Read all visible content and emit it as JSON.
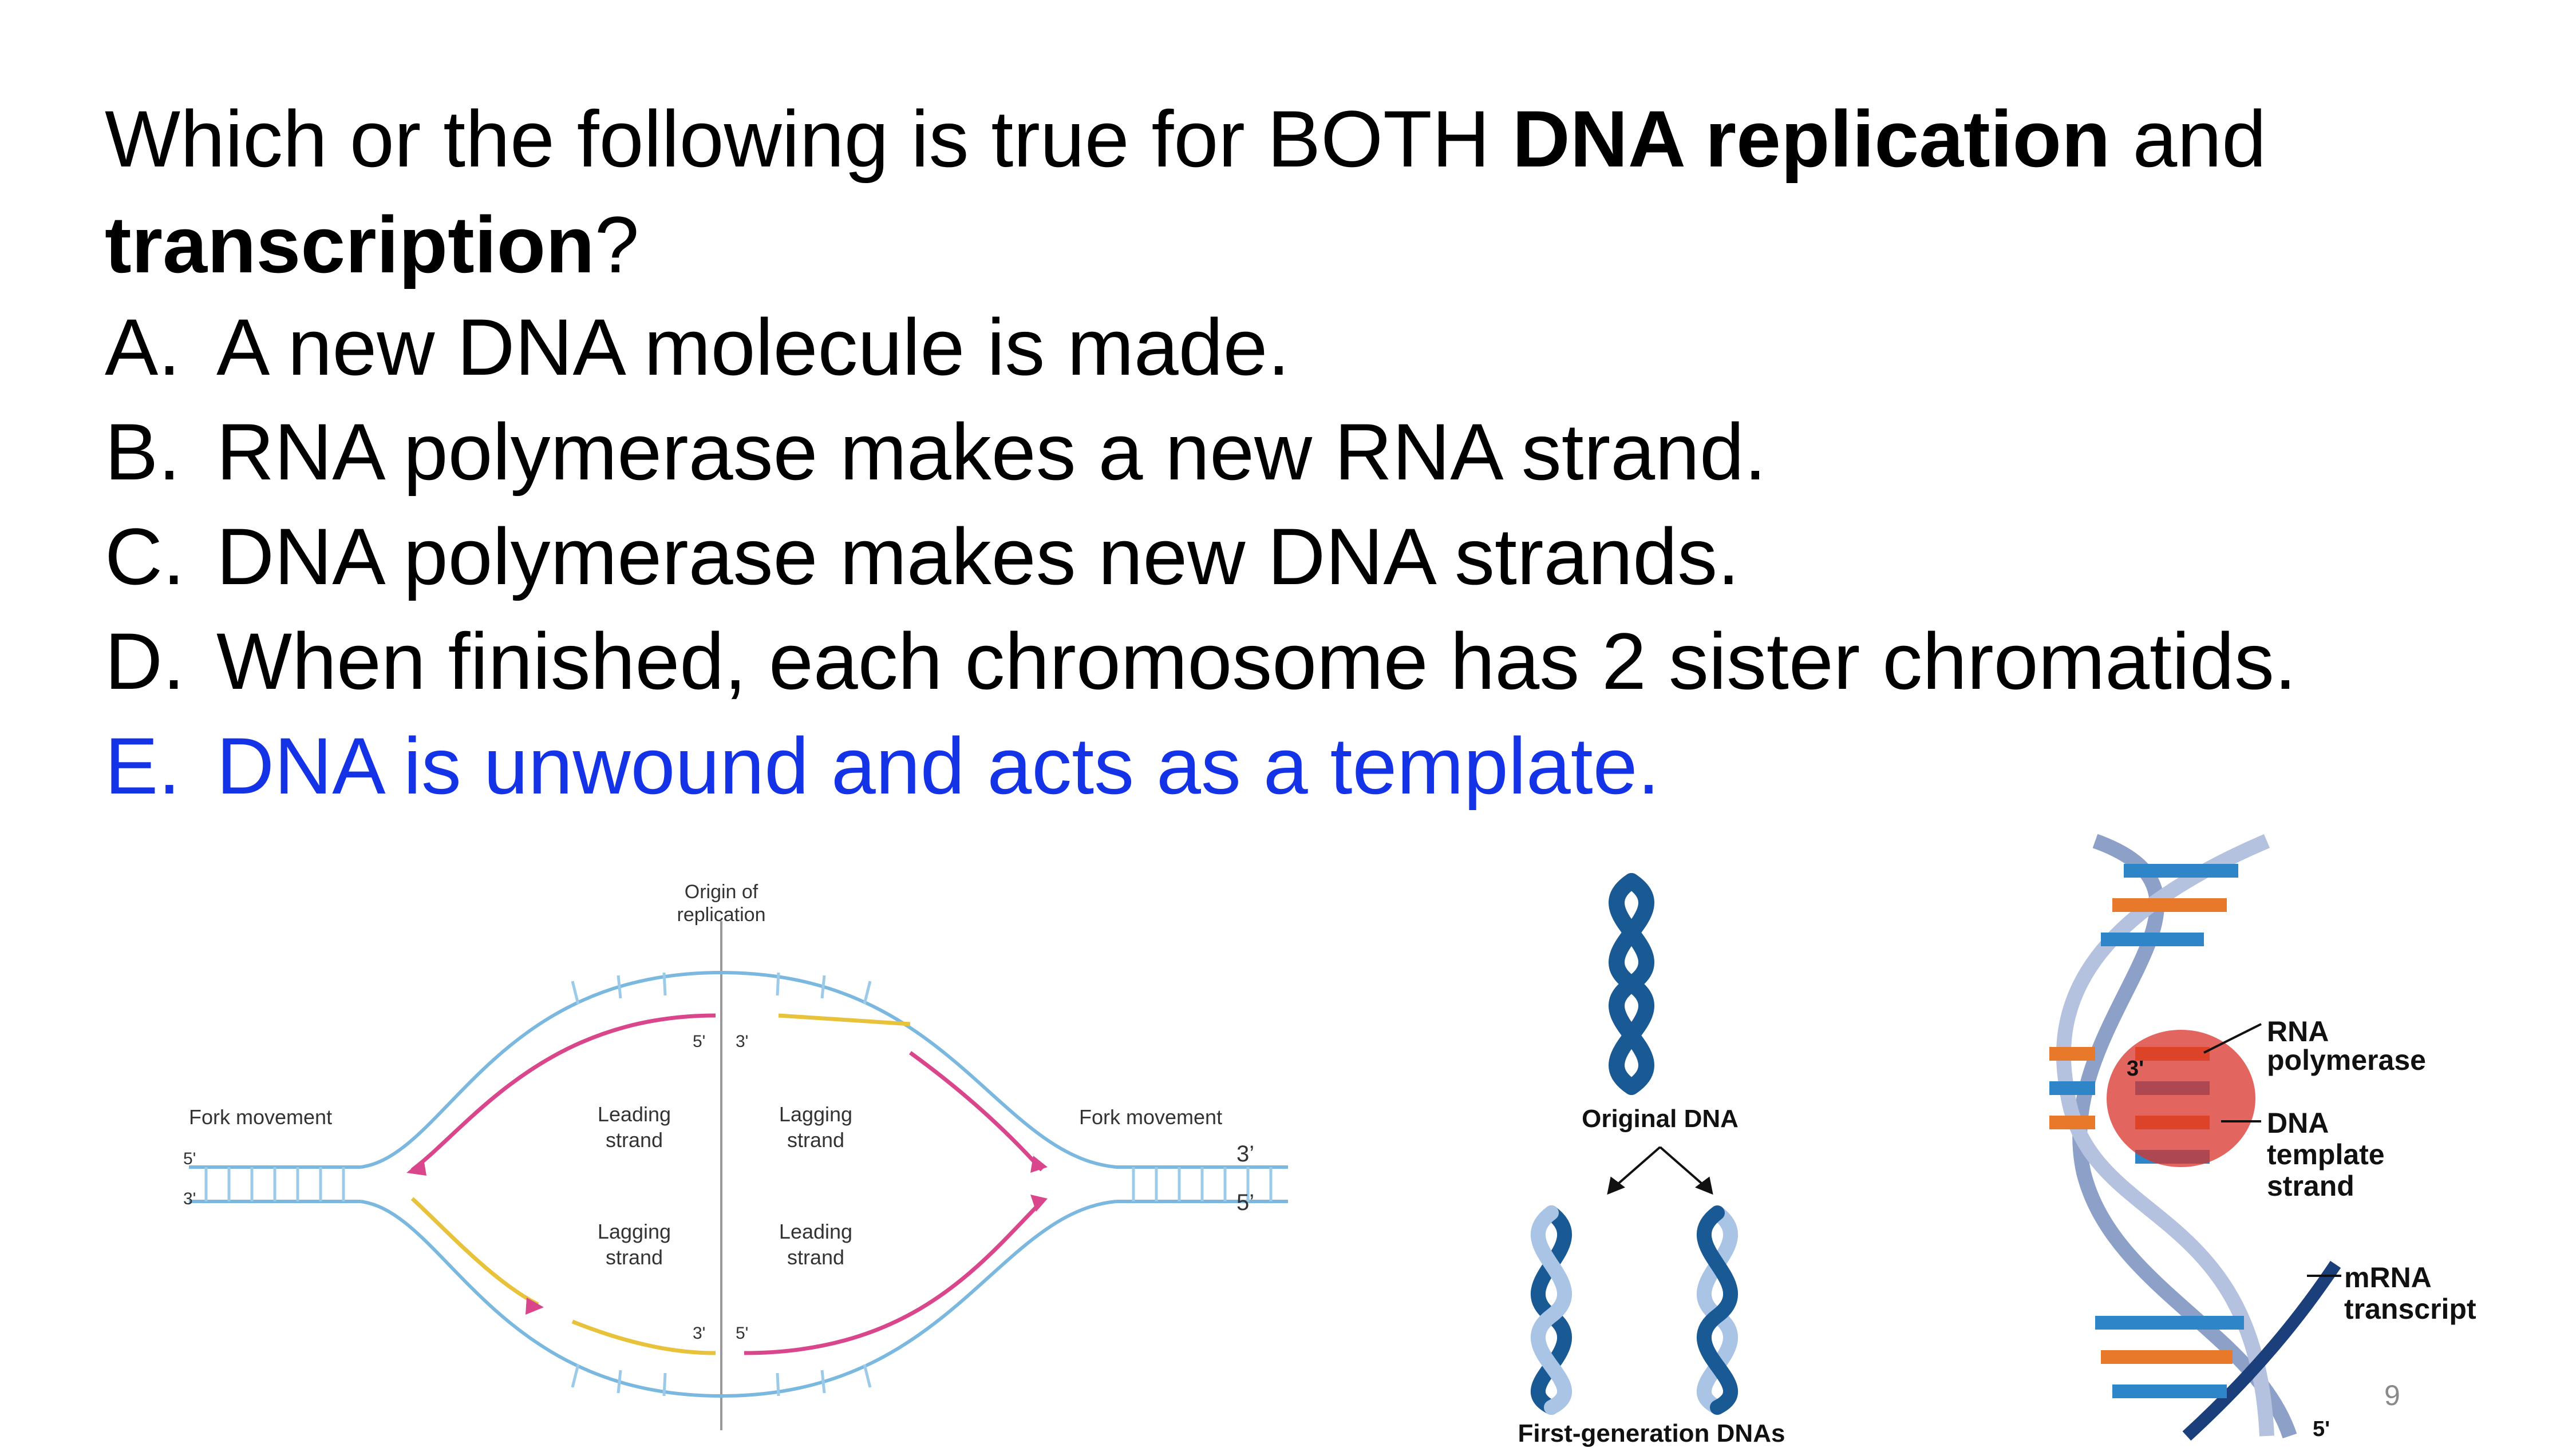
{
  "question": {
    "part1": "Which or the following is true for BOTH ",
    "bold1": "DNA replication",
    "part2": " and ",
    "bold2": "transcription",
    "part3": "?"
  },
  "options": [
    {
      "letter": "A.",
      "text": "A new DNA molecule is made."
    },
    {
      "letter": "B.",
      "text": "RNA polymerase makes a new RNA strand."
    },
    {
      "letter": "C.",
      "text": "DNA polymerase makes new DNA strands."
    },
    {
      "letter": "D.",
      "text": "When finished, each chromosome has 2 sister chromatids."
    },
    {
      "letter": "E.",
      "text": "DNA is unwound and acts as a template."
    }
  ],
  "colors": {
    "answer": "#1432e6",
    "helix_dark": "#1a5a94",
    "helix_light": "#a9c4e4"
  },
  "replication_figure": {
    "origin": "Origin of replication",
    "origin_line1": "Origin of",
    "origin_line2": "replication",
    "fork_left": "Fork movement",
    "fork_right": "Fork movement",
    "leading_top_l1": "Leading",
    "leading_top_l2": "strand",
    "lagging_top_l1": "Lagging",
    "lagging_top_l2": "strand",
    "lagging_bot_l1": "Lagging",
    "lagging_bot_l2": "strand",
    "leading_bot_l1": "Leading",
    "leading_bot_l2": "strand",
    "end5": "5'",
    "end3": "3'",
    "outside3": "3’",
    "outside5": "5’"
  },
  "semi_figure": {
    "original": "Original DNA",
    "first_gen": "First-generation DNAs"
  },
  "transcription_figure": {
    "rna_pol_l1": "RNA",
    "rna_pol_l2": "polymerase",
    "template_l1": "DNA",
    "template_l2": "template",
    "template_l3": "strand",
    "mrna_l1": "mRNA",
    "mrna_l2": "transcript",
    "end3": "3'",
    "end5": "5'"
  },
  "slide_number": "9"
}
